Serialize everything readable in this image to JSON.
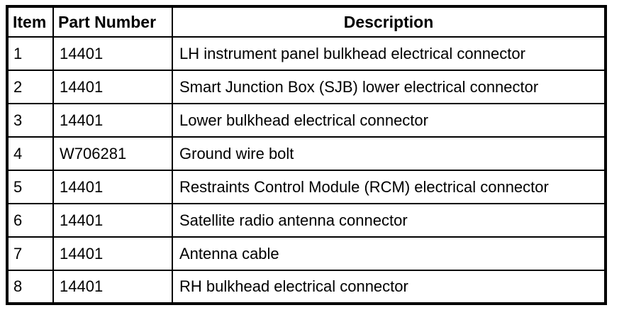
{
  "page": {
    "background_color": "#ffffff",
    "border_color": "#000000",
    "text_color": "#000000"
  },
  "table": {
    "headers": {
      "item": "Item",
      "part_number": "Part Number",
      "description": "Description"
    },
    "rows": [
      {
        "item": "1",
        "part_number": "14401",
        "description": "LH instrument panel bulkhead electrical connector"
      },
      {
        "item": "2",
        "part_number": "14401",
        "description": "Smart Junction Box (SJB) lower electrical connector"
      },
      {
        "item": "3",
        "part_number": "14401",
        "description": "Lower bulkhead electrical connector"
      },
      {
        "item": "4",
        "part_number": "W706281",
        "description": "Ground wire bolt"
      },
      {
        "item": "5",
        "part_number": "14401",
        "description": "Restraints Control Module (RCM) electrical connector"
      },
      {
        "item": "6",
        "part_number": "14401",
        "description": "Satellite radio antenna connector"
      },
      {
        "item": "7",
        "part_number": "14401",
        "description": "Antenna cable"
      },
      {
        "item": "8",
        "part_number": "14401",
        "description": "RH bulkhead electrical connector"
      }
    ]
  }
}
